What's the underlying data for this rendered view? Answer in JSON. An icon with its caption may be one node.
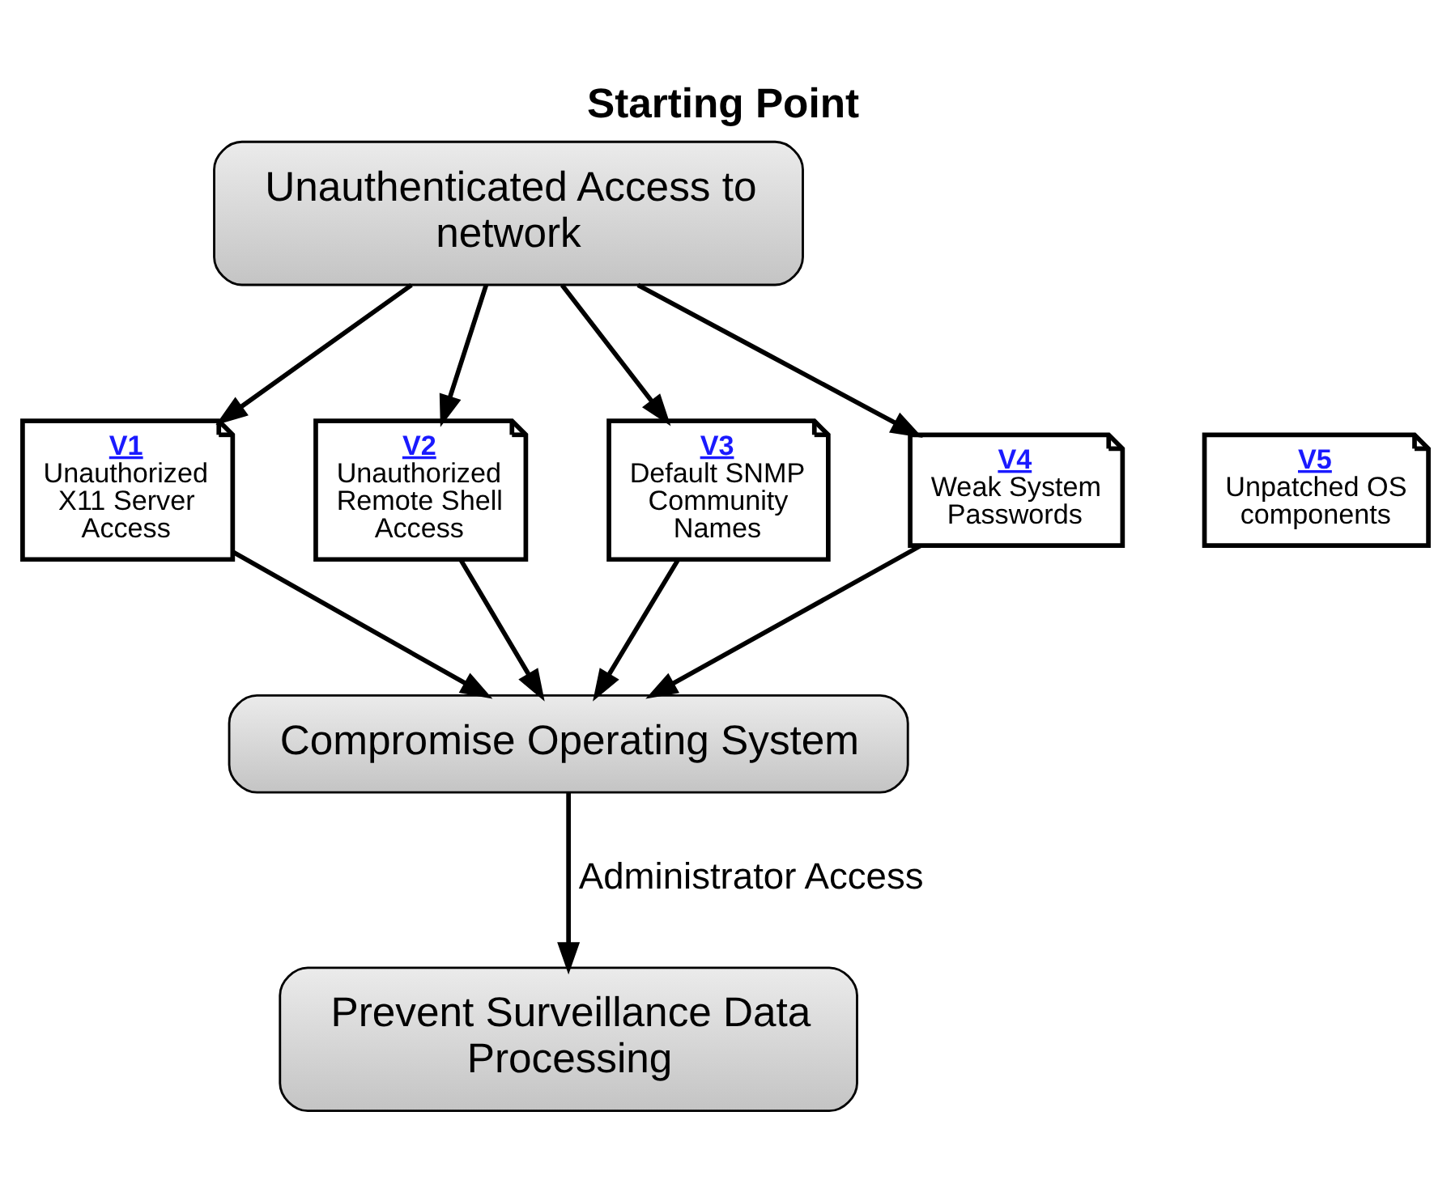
{
  "diagram": {
    "title": "Starting Point",
    "nodes": [
      {
        "text": [
          "Unauthenticated Access to network"
        ]
      },
      {
        "text": [
          "V1",
          "Unauthorized X11 Server Access"
        ]
      },
      {
        "text": [
          "V2",
          "Unauthorized Remote Shell Access"
        ]
      },
      {
        "text": [
          "V3",
          "Default SNMP Community Names"
        ]
      },
      {
        "text": [
          "V4",
          "Weak System Passwords"
        ]
      },
      {
        "text": [
          "V5",
          "Unpatched OS components"
        ]
      },
      {
        "text": [
          "Compromise Operating System"
        ]
      },
      {
        "text": [
          "Prevent Surveillance Data Processing"
        ]
      }
    ],
    "edges": [
      {
        "from": 0,
        "to": 1,
        "arrow": "to"
      },
      {
        "from": 0,
        "to": 2,
        "arrow": "to"
      },
      {
        "from": 0,
        "to": 3,
        "arrow": "to"
      },
      {
        "from": 0,
        "to": 4,
        "arrow": "to"
      },
      {
        "from": 1,
        "to": 6,
        "arrow": "to"
      },
      {
        "from": 2,
        "to": 6,
        "arrow": "to"
      },
      {
        "from": 3,
        "to": 6,
        "arrow": "to"
      },
      {
        "from": 4,
        "to": 6,
        "arrow": "to"
      },
      {
        "from": 6,
        "to": 7,
        "arrow": "to",
        "label": "Administrator Access"
      }
    ]
  }
}
